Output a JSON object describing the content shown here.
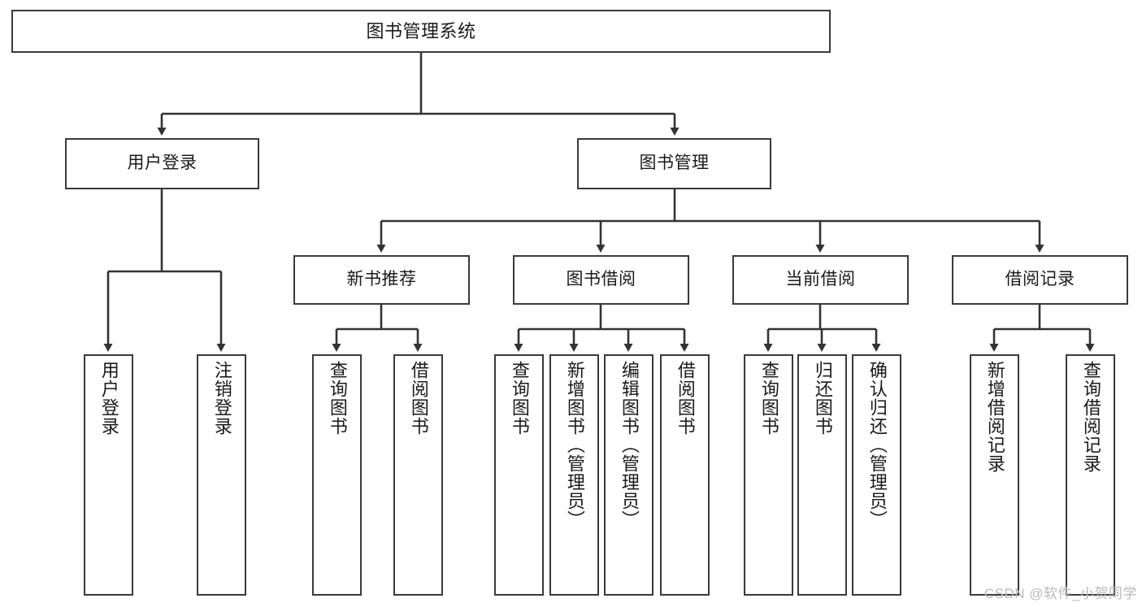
{
  "diagram": {
    "type": "tree",
    "title": "图书管理系统",
    "orientation": "top-down",
    "colors": {
      "box_border": "#3a3a3a",
      "box_fill": "#ffffff",
      "connector": "#333333",
      "text": "#1a1a1a",
      "watermark": "#b9b9b9",
      "background": "#ffffff"
    },
    "root": {
      "label": "图书管理系统"
    },
    "level2": [
      {
        "label": "用户登录"
      },
      {
        "label": "图书管理"
      }
    ],
    "level3": [
      {
        "label": "新书推荐"
      },
      {
        "label": "图书借阅"
      },
      {
        "label": "当前借阅"
      },
      {
        "label": "借阅记录"
      }
    ],
    "leaves": {
      "user_login": [
        {
          "label": "用户登录"
        },
        {
          "label": "注销登录"
        }
      ],
      "new_book_recommend": [
        {
          "label": "查询图书"
        },
        {
          "label": "借阅图书"
        }
      ],
      "book_borrow": [
        {
          "label": "查询图书"
        },
        {
          "label": "新增图书（管理员）"
        },
        {
          "label": "编辑图书（管理员）"
        },
        {
          "label": "借阅图书"
        }
      ],
      "current_borrow": [
        {
          "label": "查询图书"
        },
        {
          "label": "归还图书"
        },
        {
          "label": "确认归还（管理员）"
        }
      ],
      "borrow_record": [
        {
          "label": "新增借阅记录"
        },
        {
          "label": "查询借阅记录"
        }
      ]
    }
  },
  "watermark": {
    "text": "CSDN @软件_小贺同学"
  }
}
